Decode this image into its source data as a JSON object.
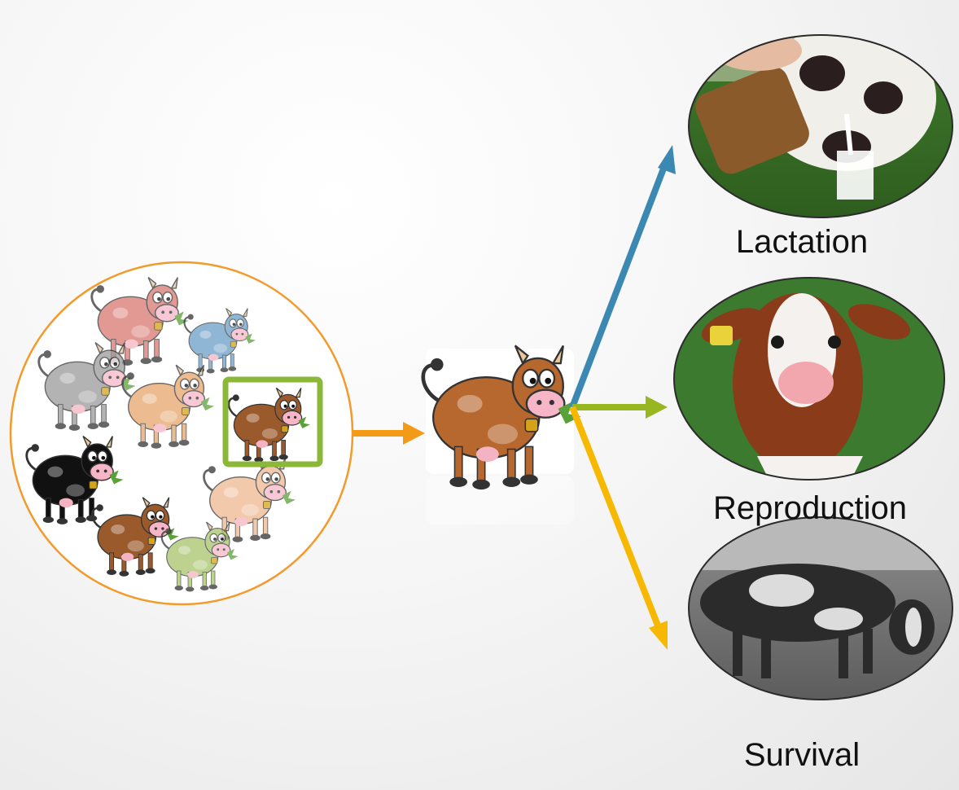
{
  "outcomes": [
    {
      "label": "Lactation",
      "arrow_color": "#3b89b3"
    },
    {
      "label": "Reproduction",
      "arrow_color": "#98b61f"
    },
    {
      "label": "Survival",
      "arrow_color": "#f6b800"
    }
  ],
  "herd": {
    "outline_color": "#f39a2a",
    "selection_color": "#8cb83a",
    "cow_colors": [
      "#d9776f",
      "#6a9ec6",
      "#9a9a9a",
      "#e6a66c",
      "#9b5a2c",
      "#111111",
      "#f0b890",
      "#9b5a2c",
      "#a8c46a"
    ]
  },
  "link_arrow_color": "#f39a16",
  "selected_cow_color": "#b7682e"
}
